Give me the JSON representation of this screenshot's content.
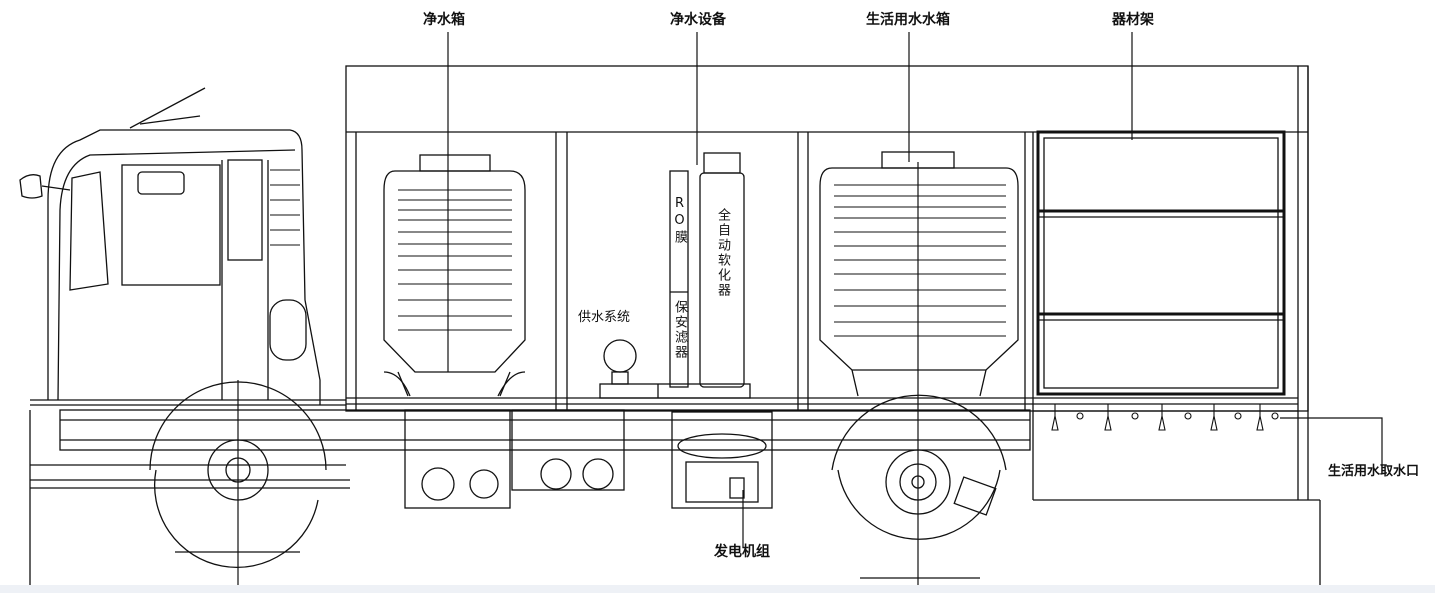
{
  "labels": {
    "clean_tank": "净水箱",
    "purify_equipment": "净水设备",
    "domestic_tank": "生活用水水箱",
    "equipment_rack": "器材架",
    "supply_system": "供水系统",
    "ro_membrane": "RO膜",
    "security_filter": "保安滤器",
    "auto_softener": "全自动软化器",
    "generator_set": "发电机组",
    "water_outlet": "生活用水取水口"
  },
  "colors": {
    "line": "#111111",
    "background": "#ffffff"
  }
}
